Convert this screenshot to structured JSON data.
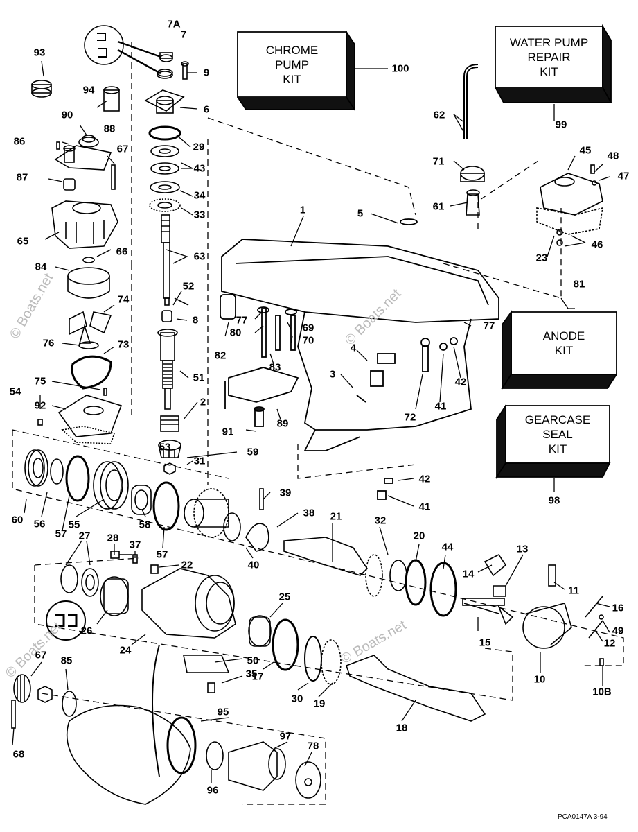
{
  "kits": [
    {
      "id": "chrome-pump-kit",
      "lines": [
        "CHROME",
        "PUMP",
        "KIT"
      ],
      "number": "100"
    },
    {
      "id": "water-pump-repair-kit",
      "lines": [
        "WATER PUMP",
        "REPAIR",
        "KIT"
      ],
      "number": "99"
    },
    {
      "id": "anode-kit",
      "lines": [
        "ANODE",
        "KIT"
      ],
      "number": "81"
    },
    {
      "id": "gearcase-seal-kit",
      "lines": [
        "GEARCASE",
        "SEAL",
        "KIT"
      ],
      "number": "98"
    }
  ],
  "part_labels": {
    "l7A": "7A",
    "l7": "7",
    "l9": "9",
    "l6": "6",
    "l29": "29",
    "l43": "43",
    "l34": "34",
    "l33": "33",
    "l63": "63",
    "l52": "52",
    "l8": "8",
    "l51": "51",
    "l2": "2",
    "l31": "31",
    "l59": "59",
    "l53": "53",
    "l93": "93",
    "l94": "94",
    "l90": "90",
    "l88": "88",
    "l86": "86",
    "l67a": "67",
    "l87": "87",
    "l65": "65",
    "l66": "66",
    "l84": "84",
    "l74": "74",
    "l76": "76",
    "l73": "73",
    "l75": "75",
    "l54": "54",
    "l92": "92",
    "l60": "60",
    "l56": "56",
    "l57a": "57",
    "l55": "55",
    "l58": "58",
    "l57b": "57",
    "l27": "27",
    "l28": "28",
    "l37": "37",
    "l22": "22",
    "l26": "26",
    "l24": "24",
    "l25": "25",
    "l50": "50",
    "l35": "35",
    "l17": "17",
    "l30": "30",
    "l19": "19",
    "l18": "18",
    "l67b": "67",
    "l85": "85",
    "l68": "68",
    "l95": "95",
    "l96": "96",
    "l97": "97",
    "l78": "78",
    "l39": "39",
    "l38": "38",
    "l40": "40",
    "l21": "21",
    "l32": "32",
    "l20": "20",
    "l44": "44",
    "l14": "14",
    "l13": "13",
    "l15": "15",
    "l11": "11",
    "l16": "16",
    "l49": "49",
    "l12": "12",
    "l10": "10",
    "l10B": "10B",
    "l1": "1",
    "l5": "5",
    "l62": "62",
    "l71": "71",
    "l61": "61",
    "l45": "45",
    "l48": "48",
    "l47": "47",
    "l46": "46",
    "l23": "23",
    "l77a": "77",
    "l80": "80",
    "l82": "82",
    "l83": "83",
    "l69": "69",
    "l70": "70",
    "l77b": "77",
    "l4": "4",
    "l3": "3",
    "l72": "72",
    "l42a": "42",
    "l41a": "41",
    "l91": "91",
    "l89": "89",
    "l42b": "42",
    "l41b": "41"
  },
  "watermarks": [
    "© Boats.net",
    "© Boats.net",
    "© Boats.net",
    "© Boats.net"
  ],
  "drawing_code": "PCA0147A  3-94"
}
